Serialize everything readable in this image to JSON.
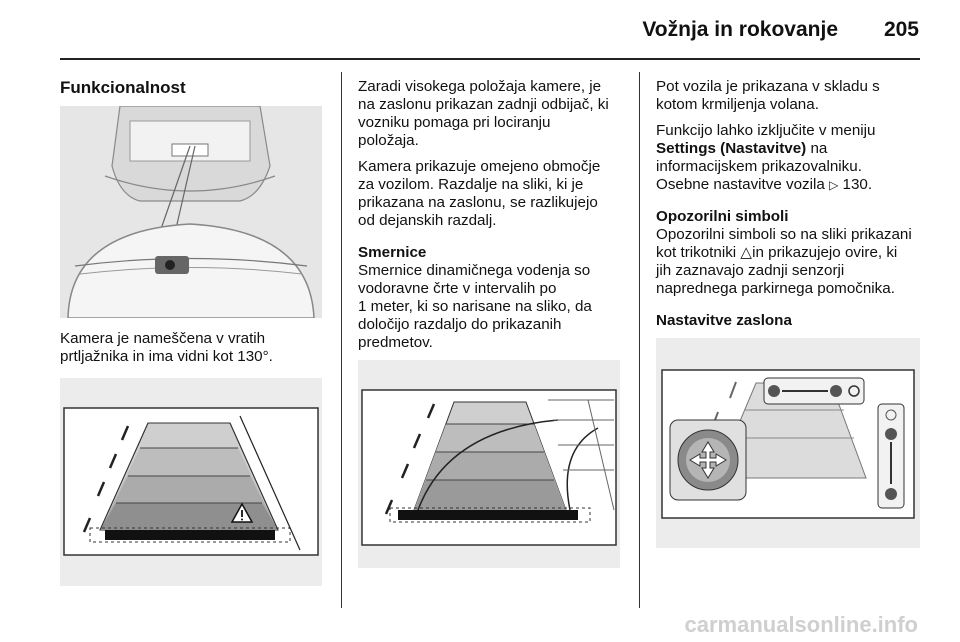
{
  "header": {
    "title": "Vožnja in rokovanje",
    "page_number": "205"
  },
  "col1": {
    "heading": "Funkcionalnost",
    "caption_line1": "Kamera je nameščena v vratih",
    "caption_line2": "prtljažnika in ima vidni kot 130°."
  },
  "col2": {
    "p1": [
      "Zaradi visokega položaja kamere, je",
      "na zaslonu prikazan zadnji odbijač, ki",
      "vozniku pomaga pri lociranju",
      "položaja."
    ],
    "p2": [
      "Kamera prikazuje omejeno območje",
      "za vozilom. Razdalje na sliki, ki je",
      "prikazana na zaslonu, se razlikujejo",
      "od dejanskih razdalj."
    ],
    "heading": "Smernice",
    "p3": [
      "Smernice dinamičnega vodenja so",
      "vodoravne črte v intervalih po",
      "1 meter, ki so narisane na sliko, da",
      "določijo razdaljo do prikazanih",
      "predmetov."
    ]
  },
  "col3": {
    "p1": [
      "Pot vozila je prikazana v skladu s",
      "kotom krmiljenja volana."
    ],
    "p2_line1": "Funkcijo lahko izključite v meniju",
    "p2_bold": "Settings (Nastavitve)",
    "p2_after_bold": " na",
    "p2_line3": "informacijskem prikazovalniku.",
    "p2_line4": "Osebne nastavitve vozila ",
    "p2_ref": "130.",
    "heading1": "Opozorilni simboli",
    "p3": [
      "Opozorilni simboli so na sliki prikazani",
      "kot trikotniki",
      "in prikazujejo ovire, ki",
      "jih zaznavajo zadnji senzorji",
      "naprednega parkirnega pomočnika."
    ],
    "heading2": "Nastavitve zaslona"
  },
  "footer": {
    "watermark": "carmanualsonline.info"
  },
  "icons": {
    "reference": "ref-arrow-icon",
    "warning": "warning-triangle-icon"
  }
}
